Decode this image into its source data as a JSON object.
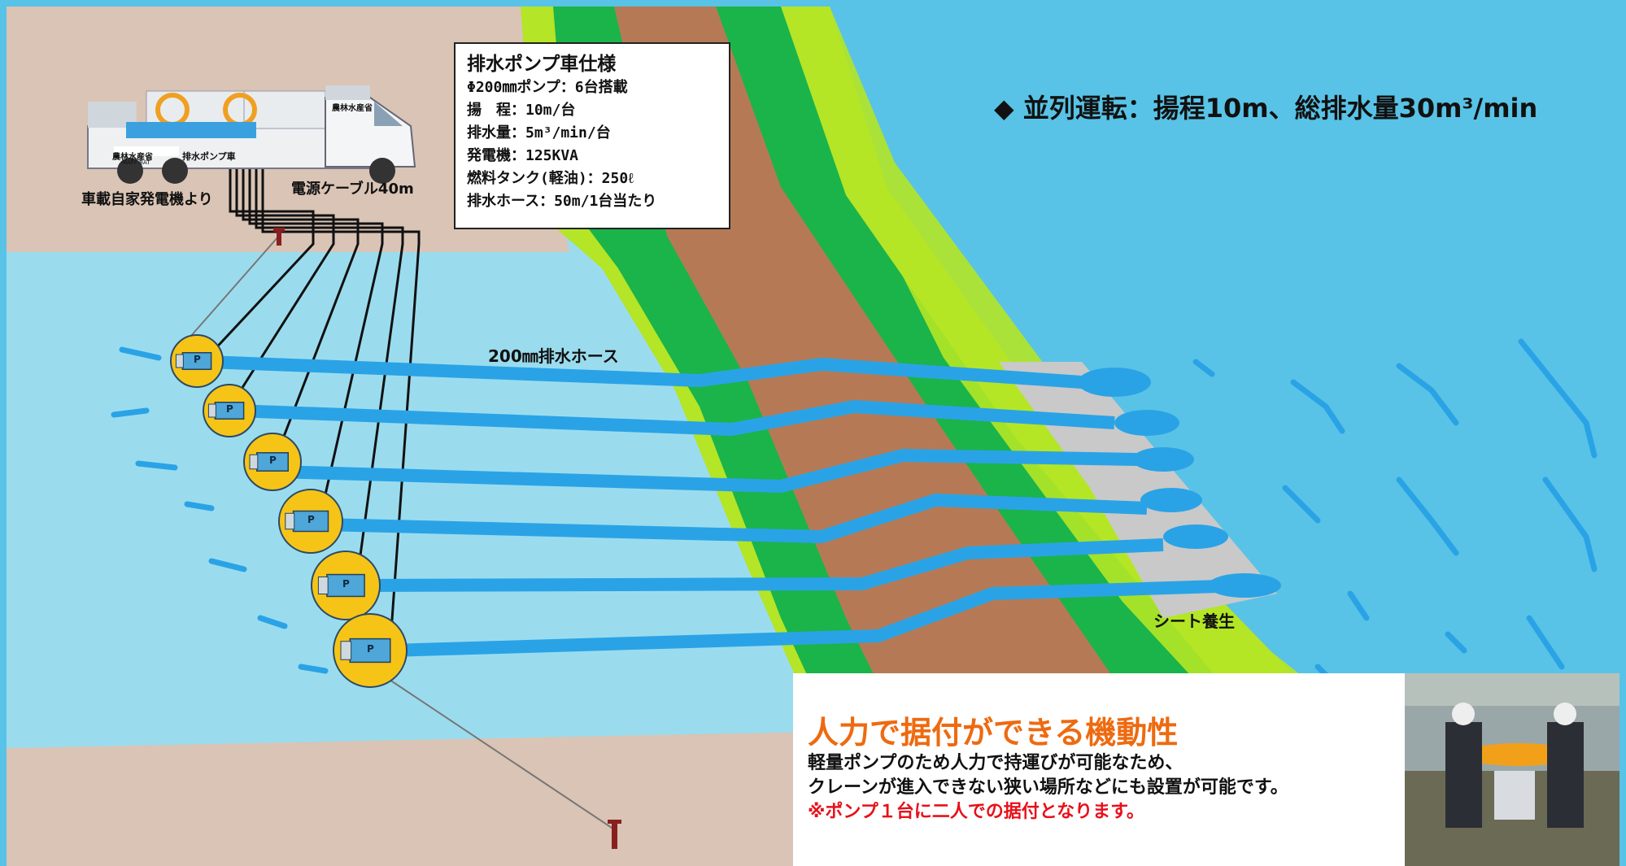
{
  "spec": {
    "title": "排水ポンプ車仕様",
    "lines": [
      " Φ200㎜ポンプ：6台搭載",
      "  揚　程：10m/台",
      "  排水量：5m³/min/台",
      "発電機：125KVA",
      "燃料タンク(軽油)：250ℓ",
      "排水ホース：50m/1台当たり"
    ]
  },
  "parallel_text": "◆ 並列運転：揚程10m、総排水量30m³/min",
  "labels": {
    "generator": "車載自家発電機より",
    "cable": "電源ケーブル40m",
    "hose": "200㎜排水ホース",
    "sheet": "シート養生",
    "truck_door": "農林水産省",
    "truck_side_left": "農林水産省",
    "truck_side_right": "排水ポンプ車",
    "truck_sub": "MAFF-BAT",
    "pump_letter": "P"
  },
  "mobility": {
    "heading": "人力で据付ができる機動性",
    "line1": "軽量ポンプのため人力で持運びが可能なため、",
    "line2": "クレーンが進入できない狭い場所などにも設置が可能です。",
    "note": "※ポンプ１台に二人での据付となります。"
  },
  "colors": {
    "water": "#58c3e6",
    "pond": "#9adcee",
    "land": "#d9c4b5",
    "levee_light": "#b4e526",
    "levee_green": "#1ab44a",
    "levee_brown": "#b57a55",
    "hose": "#2aa3e6",
    "sheet": "#c9c9c9",
    "pump_float": "#f6c417",
    "accent_orange": "#ee6a10",
    "note_red": "#e8101a"
  },
  "icons": [
    "truck-icon",
    "pump-icon",
    "stake-icon",
    "splash-icon",
    "photo-workers"
  ]
}
